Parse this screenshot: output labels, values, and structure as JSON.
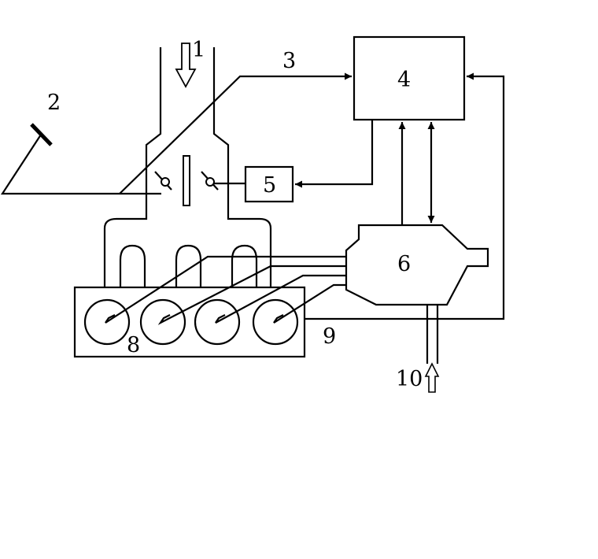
{
  "labels": {
    "n1": "1",
    "n2": "2",
    "n3": "3",
    "n4": "4",
    "n5": "5",
    "n6": "6",
    "n8": "8",
    "n9": "9",
    "n10": "10"
  },
  "colors": {
    "line": "#000000",
    "background": "#ffffff"
  }
}
